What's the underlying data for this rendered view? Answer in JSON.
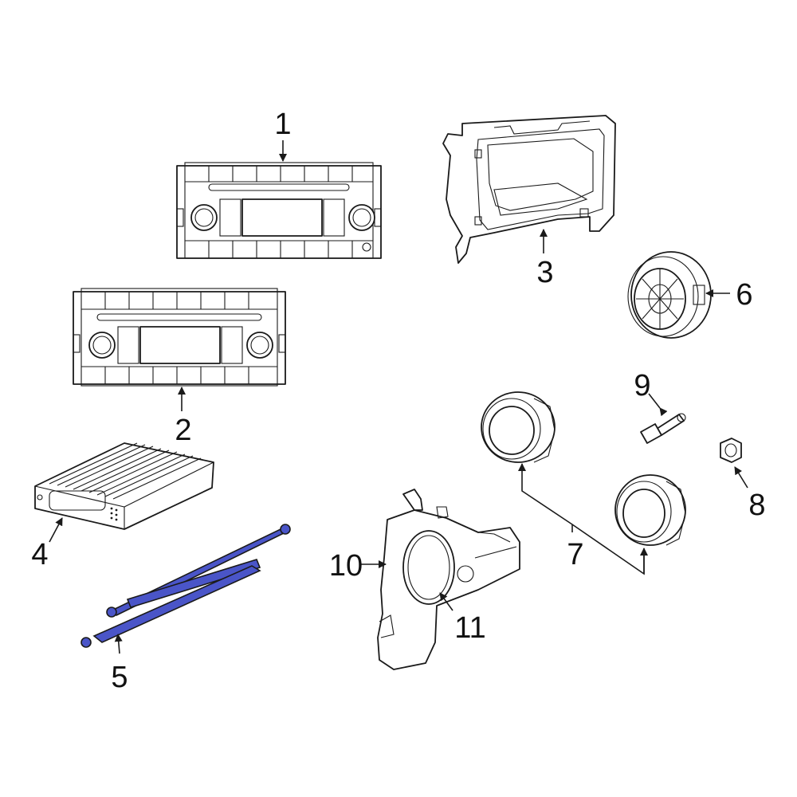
{
  "callouts": {
    "c1": "1",
    "c2": "2",
    "c3": "3",
    "c4": "4",
    "c5": "5",
    "c6": "6",
    "c7": "7",
    "c8": "8",
    "c9": "9",
    "c10": "10",
    "c11": "11"
  },
  "colors": {
    "line": "#1a1a1a",
    "highlight": "#4a55c8",
    "background": "#ffffff"
  }
}
